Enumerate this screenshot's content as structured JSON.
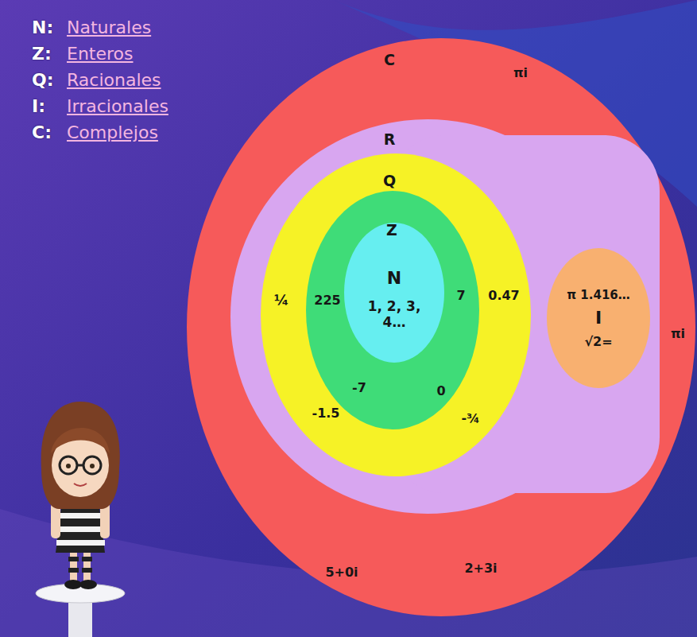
{
  "diagram": {
    "nodes": [
      {
        "text": [
          "C",
          "πi",
          "πi",
          "5+0i",
          "2+3i"
        ]
      },
      {
        "text": [
          "R"
        ],
        "in": 0
      },
      {
        "text": [
          "Q",
          "¼",
          "0.47",
          "-1.5",
          "-¾"
        ],
        "in": 1
      },
      {
        "text": [
          "Z",
          "225",
          "7",
          "-7",
          "0"
        ],
        "in": 2
      },
      {
        "text": [
          "N",
          "1, 2, 3, 4…"
        ],
        "in": 3
      },
      {
        "text": [
          "π 1.416…",
          "I",
          "√2="
        ],
        "in": 1
      }
    ],
    "labels": [
      "N:",
      "Naturales",
      "Z:",
      "Enteros",
      "Q:",
      "Racionales",
      "I:",
      "Irracionales",
      "C:",
      "Complejos"
    ]
  }
}
